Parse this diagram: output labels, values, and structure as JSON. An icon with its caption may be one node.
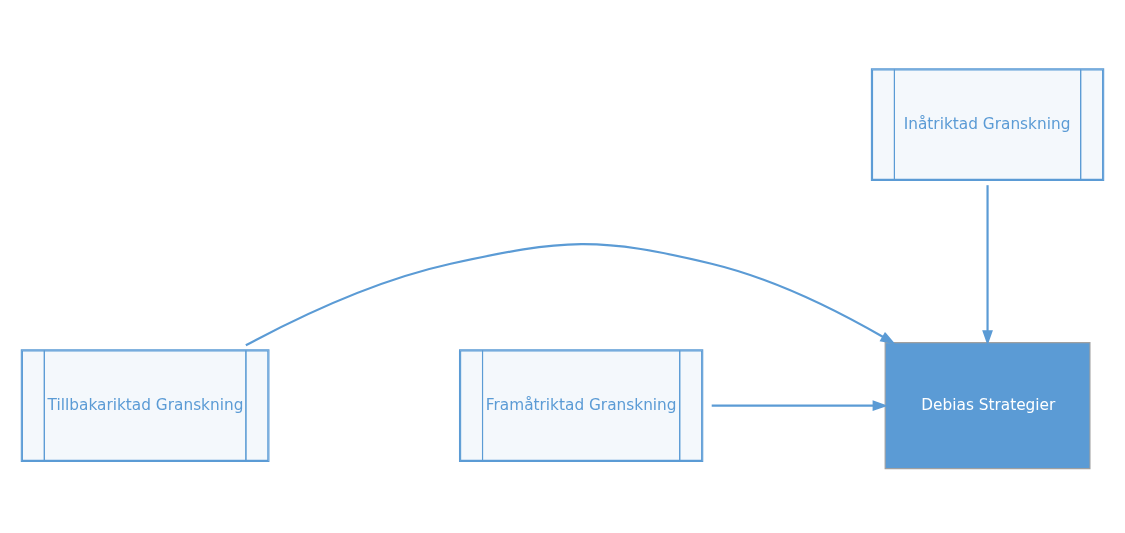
{
  "diagram": {
    "nodes": [
      {
        "text": [
          "Tillbakariktad Granskning"
        ]
      },
      {
        "text": [
          "Debias Strategier"
        ]
      },
      {
        "text": [
          "Framåtriktad Granskning"
        ]
      },
      {
        "text": [
          "Inåtriktad Granskning"
        ]
      }
    ],
    "edges": [
      {
        "from": 0,
        "to": 1,
        "arrow": "to"
      },
      {
        "from": 2,
        "to": 1,
        "arrow": "to"
      },
      {
        "from": 3,
        "to": 1,
        "arrow": "to"
      }
    ]
  }
}
